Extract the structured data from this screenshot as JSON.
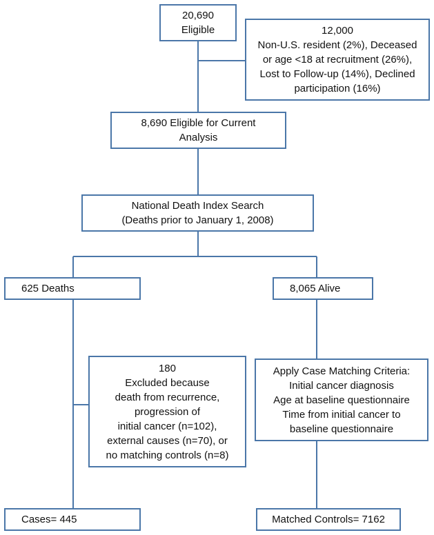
{
  "diagram": {
    "eligible": "20,690\nEligible",
    "excluded_initial": "12,000\nNon-U.S. resident (2%), Deceased\nor age <18 at recruitment (26%),\nLost to Follow-up (14%), Declined\nparticipation (16%)",
    "eligible_current": "8,690 Eligible for Current\nAnalysis",
    "ndi_search": "National Death Index Search\n(Deaths prior to January 1, 2008)",
    "deaths": "625  Deaths",
    "alive": "8,065 Alive",
    "excluded_deaths": "180\nExcluded because\ndeath from recurrence,\nprogression of\ninitial cancer (n=102),\nexternal causes (n=70), or\nno matching controls (n=8)",
    "matching_criteria": "Apply Case Matching Criteria:\nInitial cancer diagnosis\nAge at baseline questionnaire\nTime from initial cancer to\nbaseline questionnaire",
    "cases": "Cases= 445",
    "matched_controls": "Matched Controls= 7162"
  },
  "colors": {
    "box_border": "#4a76a8",
    "connector": "#4a76a8",
    "text": "#111111",
    "background": "#ffffff"
  }
}
